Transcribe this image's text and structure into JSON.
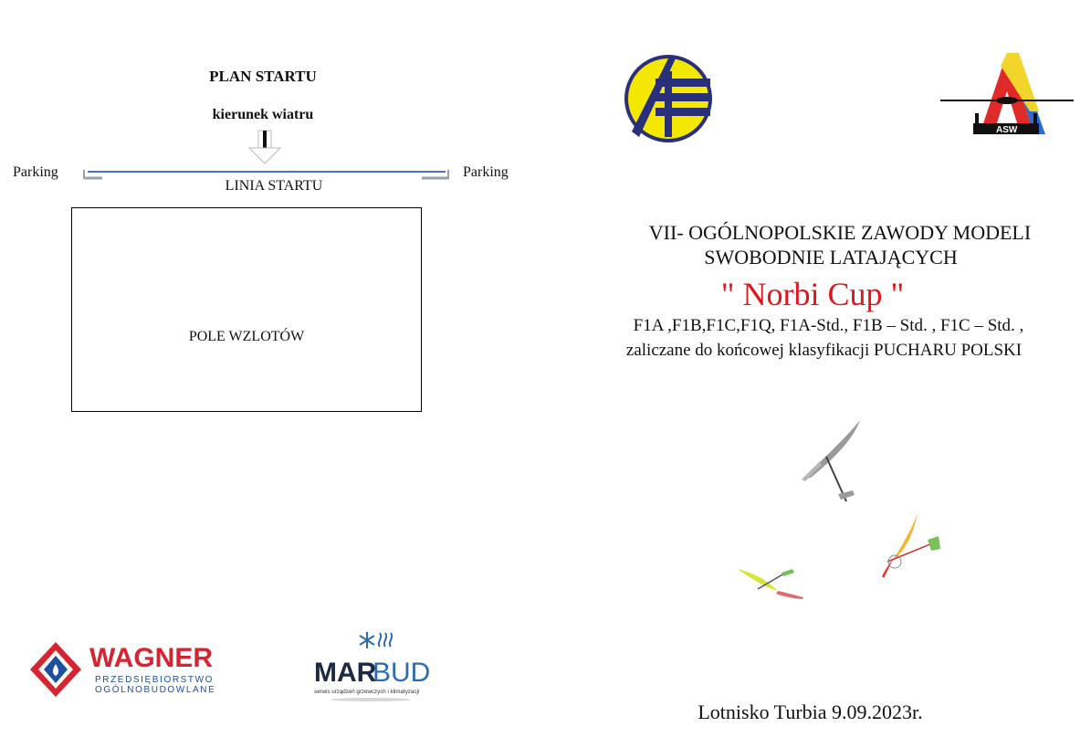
{
  "plan": {
    "title": "PLAN STARTU",
    "wind_label": "kierunek wiatru",
    "parking_left": "Parking",
    "parking_right": "Parking",
    "start_line": "LINIA STARTU",
    "launch_field": "POLE WZLOTÓW"
  },
  "sponsors": {
    "wagner": {
      "name": "WAGNER",
      "sub1": "PRZEDSIĘBIORSTWO",
      "sub2": "OGÓLNOBUDOWLANE"
    },
    "marbud": {
      "name_a": "MAR",
      "name_b": "BUD",
      "tagline": "serwis urządzeń grzewczych i klimatyzacji"
    }
  },
  "logos": {
    "asw_text": "ASW"
  },
  "event": {
    "line1": "VII-  OGÓLNOPOLSKIE ZAWODY MODELI",
    "line2": "SWOBODNIE LATAJĄCYCH",
    "cup_name": "\" Norbi Cup \"",
    "classes": "F1A ,F1B,F1C,F1Q, F1A-Std., F1B – Std. , F1C – Std.  ,",
    "classification": "zaliczane do końcowej klasyfikacji PUCHARU POLSKI",
    "place_date": "Lotnisko Turbia 9.09.2023r."
  },
  "colors": {
    "accent_red": "#e0161c",
    "start_line_blue": "#4a6fd0",
    "club_logo_blue": "#2a2f7a",
    "club_logo_yellow": "#f5e800"
  }
}
